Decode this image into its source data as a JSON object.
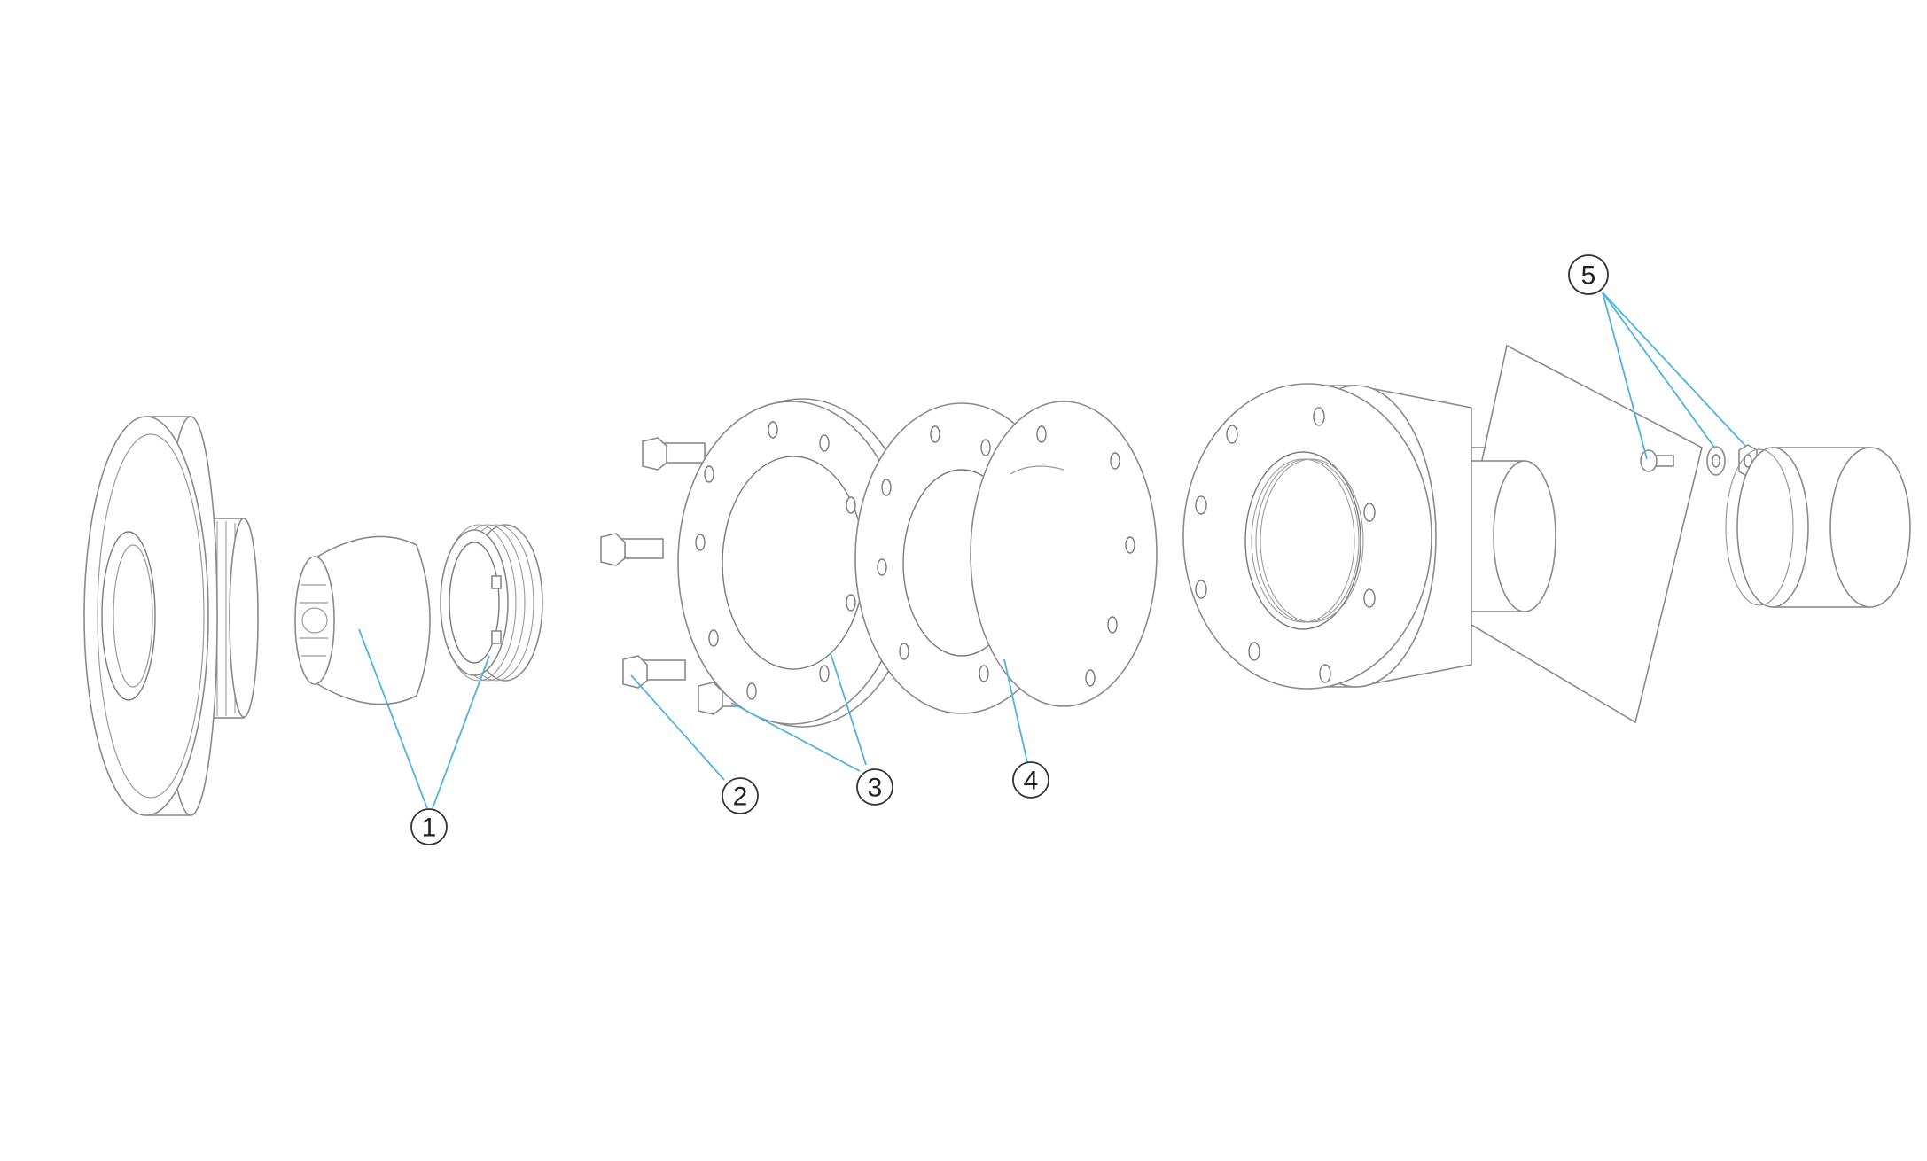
{
  "callouts": [
    {
      "id": "1",
      "label": "1"
    },
    {
      "id": "2",
      "label": "2"
    },
    {
      "id": "3",
      "label": "3"
    },
    {
      "id": "4",
      "label": "4"
    },
    {
      "id": "5",
      "label": "5"
    }
  ],
  "colors": {
    "leader": "#4fb4d8",
    "outline": "#8a8a8a",
    "callout_stroke": "#333333"
  }
}
